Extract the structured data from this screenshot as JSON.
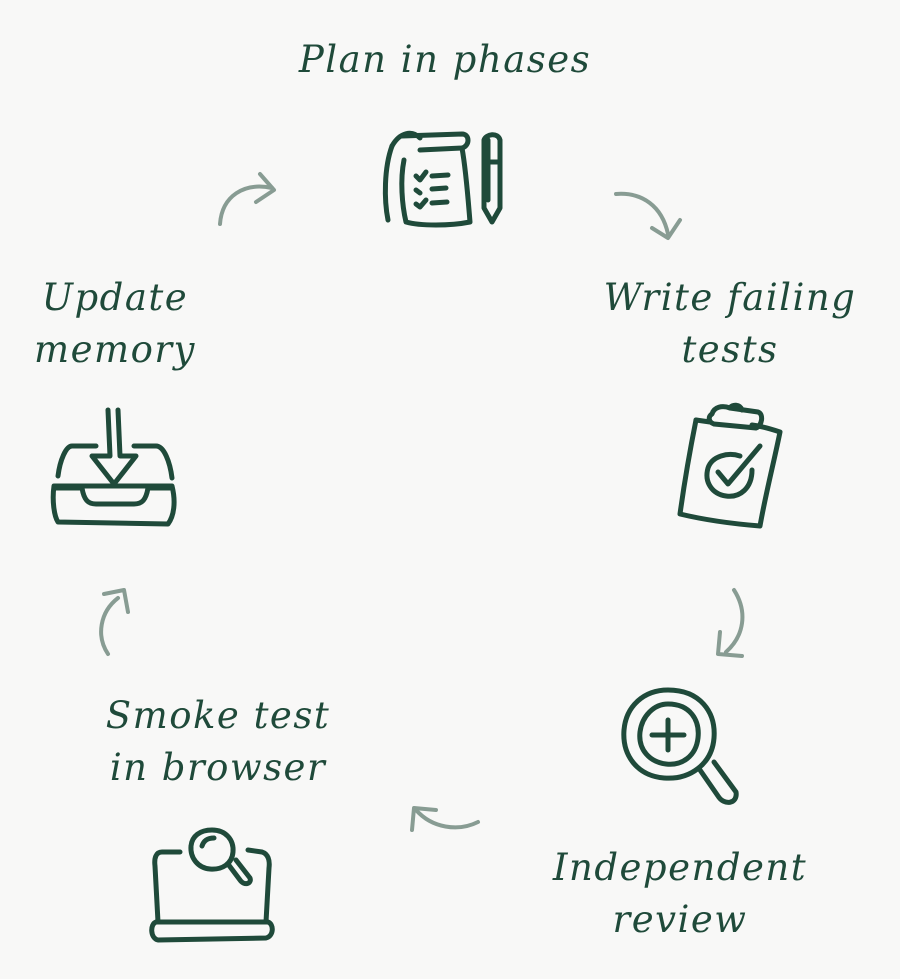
{
  "colors": {
    "background": "#f8f8f7",
    "ink": "#1f4a3a",
    "arrow": "#889c93"
  },
  "cycle": {
    "steps": [
      {
        "id": "plan",
        "lines": [
          "Plan in phases"
        ],
        "icon": "notepad-checklist-pen-icon"
      },
      {
        "id": "tests",
        "lines": [
          "Write failing",
          "tests"
        ],
        "icon": "clipboard-check-icon"
      },
      {
        "id": "review",
        "lines": [
          "Independent",
          "review"
        ],
        "icon": "magnifier-plus-icon"
      },
      {
        "id": "smoke",
        "lines": [
          "Smoke test",
          "in browser"
        ],
        "icon": "laptop-search-icon"
      },
      {
        "id": "memory",
        "lines": [
          "Update",
          "memory"
        ],
        "icon": "inbox-download-icon"
      }
    ],
    "connectors": [
      {
        "from": "plan",
        "to": "tests",
        "icon": "curved-arrow-icon"
      },
      {
        "from": "tests",
        "to": "review",
        "icon": "curved-arrow-icon"
      },
      {
        "from": "review",
        "to": "smoke",
        "icon": "curved-arrow-icon"
      },
      {
        "from": "smoke",
        "to": "memory",
        "icon": "curved-arrow-icon"
      },
      {
        "from": "memory",
        "to": "plan",
        "icon": "curved-arrow-icon"
      }
    ]
  }
}
